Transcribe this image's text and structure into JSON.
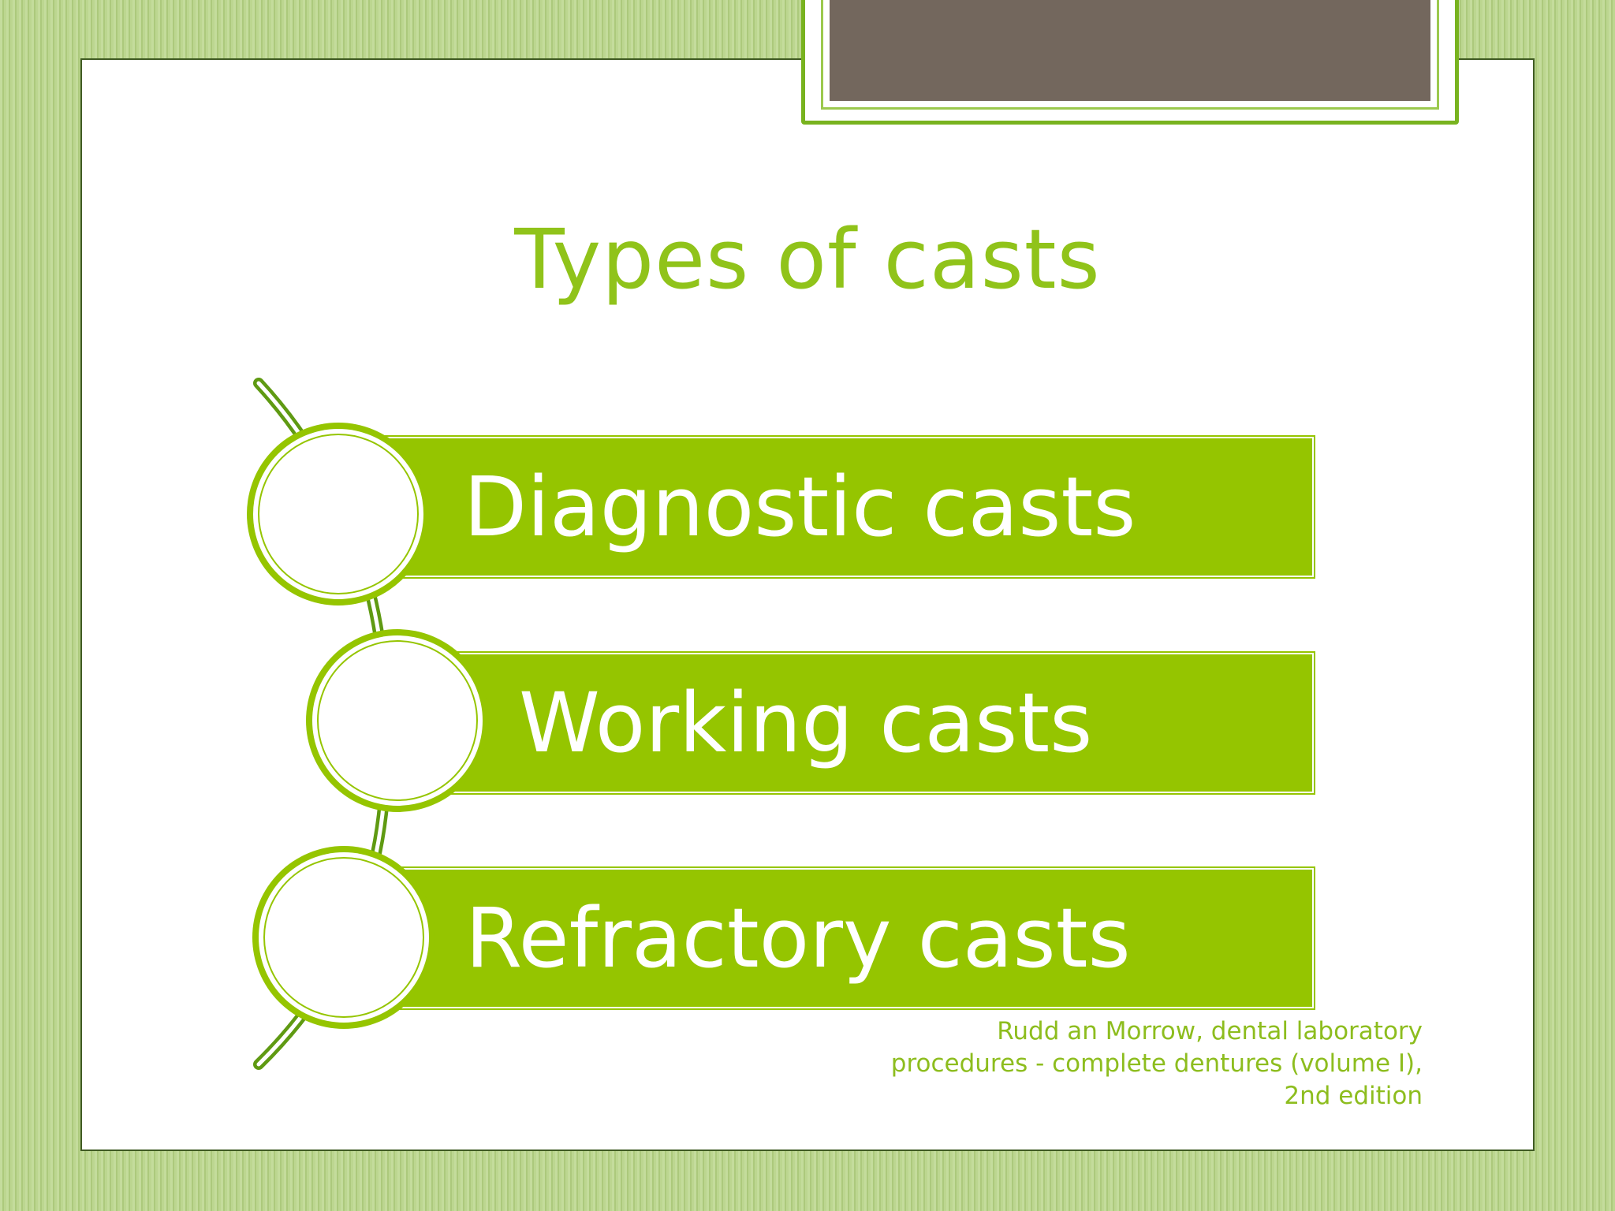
{
  "slide": {
    "title": "Types of casts",
    "items": [
      {
        "label": "Diagnostic casts"
      },
      {
        "label": "Working casts"
      },
      {
        "label": "Refractory casts"
      }
    ],
    "citation": [
      "Rudd an Morrow, dental laboratory",
      "procedures - complete dentures (volume I),",
      "2nd edition"
    ]
  },
  "colors": {
    "accent_green": "#95c500",
    "title_green": "#90c31a",
    "spine_green": "#5f9a12",
    "tab_brown": "#73675d",
    "background_stripe_green": "#b9d68c"
  }
}
